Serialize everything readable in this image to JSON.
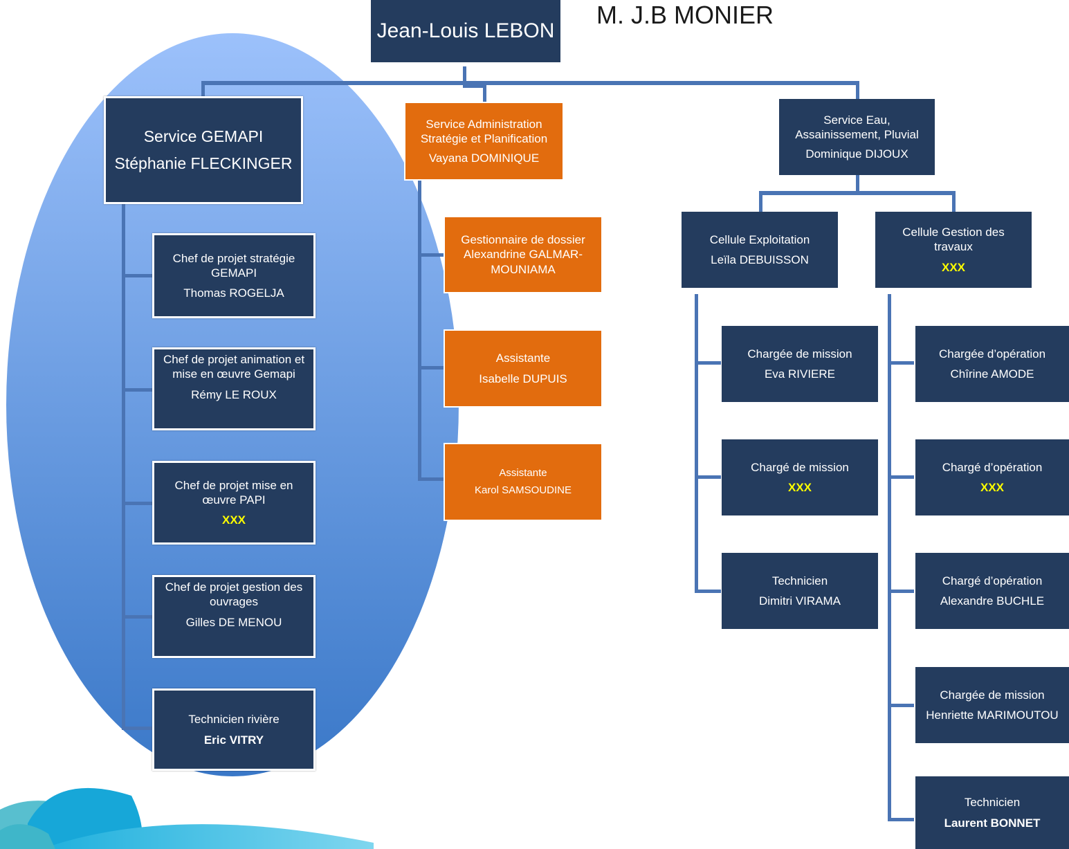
{
  "top": {
    "director": "Jean-Louis LEBON",
    "elected": "M. J.B MONIER"
  },
  "gemapi": {
    "title": "Service GEMAPI",
    "head": "Stéphanie FLECKINGER",
    "members": [
      {
        "role": "Chef de projet stratégie GEMAPI",
        "name": "Thomas ROGELJA"
      },
      {
        "role": "Chef de projet animation et mise en œuvre Gemapi",
        "name": "Rémy LE ROUX"
      },
      {
        "role": "Chef de projet mise en œuvre PAPI",
        "name": "XXX"
      },
      {
        "role": "Chef de projet gestion des ouvrages",
        "name": "Gilles DE MENOU"
      },
      {
        "role": "Technicien rivière",
        "name": "Eric VITRY"
      }
    ]
  },
  "admin": {
    "title": "Service Administration Stratégie et Planification",
    "head": "Vayana DOMINIQUE",
    "members": [
      {
        "role": "Gestionnaire de dossier",
        "name": "Alexandrine GALMAR-MOUNIAMA"
      },
      {
        "role": "Assistante",
        "name": "Isabelle DUPUIS"
      },
      {
        "role": "Assistante",
        "name": "Karol SAMSOUDINE"
      }
    ]
  },
  "eau": {
    "title": "Service Eau, Assainissement, Pluvial",
    "head": "Dominique DIJOUX",
    "exploitation": {
      "title": "Cellule Exploitation",
      "head": "Leïla DEBUISSON",
      "members": [
        {
          "role": "Chargée de mission",
          "name": "Eva RIVIERE"
        },
        {
          "role": "Chargé de mission",
          "name": "XXX"
        },
        {
          "role": "Technicien",
          "name": "Dimitri VIRAMA"
        }
      ]
    },
    "travaux": {
      "title": "Cellule Gestion des travaux",
      "head": "XXX",
      "members": [
        {
          "role": "Chargée d’opération",
          "name": "Chîrine AMODE"
        },
        {
          "role": "Chargé d’opération",
          "name": "XXX"
        },
        {
          "role": "Chargé d’opération",
          "name": "Alexandre BUCHLE"
        },
        {
          "role": "Chargée de mission",
          "name": "Henriette MARIMOUTOU"
        },
        {
          "role": "Technicien",
          "name": "Laurent BONNET"
        }
      ]
    }
  },
  "colors": {
    "navy": "#243c5e",
    "orange": "#e26c0e",
    "connector": "#4a74b4",
    "highlight": "#ffff00"
  }
}
